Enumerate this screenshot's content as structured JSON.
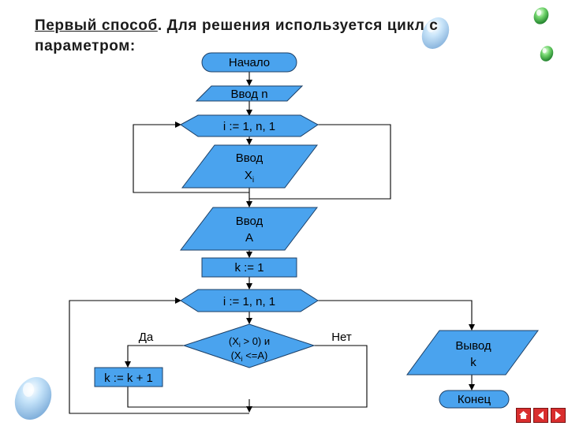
{
  "slide": {
    "title_part1": "Первый способ",
    "title_part2": ".  Для решения используется цикл с",
    "title_line2": "параметром:"
  },
  "flowchart": {
    "start": "Начало",
    "input_n": "Ввод n",
    "loop1": "i := 1, n, 1",
    "input_x_line1": "Ввод",
    "input_x_line2": "X",
    "input_x_sub": "i",
    "input_a_line1": "Ввод",
    "input_a_line2": "A",
    "init_k": "k := 1",
    "loop2": "i := 1, n, 1",
    "cond_line1_a": "(X",
    "cond_line1_sub": "i",
    "cond_line1_b": " > 0) и",
    "cond_line2_a": "(X",
    "cond_line2_sub": "i",
    "cond_line2_b": " <=A)",
    "yes_label": "Да",
    "no_label": "Нет",
    "increment": "k := k + 1",
    "output_line1": "Вывод",
    "output_line2": "k",
    "end": "Конец"
  },
  "colors": {
    "block_fill": "#4aa3ee",
    "block_stroke": "#1c3f66",
    "line": "#000000",
    "nav_red": "#d92e2e",
    "drop_green": "#2fae3a",
    "drop_blue": "#3b8fd6"
  },
  "icons": [
    "water-drop-icon",
    "water-drop-icon",
    "water-drop-icon",
    "water-drop-icon",
    "nav-home-icon",
    "nav-back-icon",
    "nav-forward-icon",
    "nav-end-icon"
  ]
}
